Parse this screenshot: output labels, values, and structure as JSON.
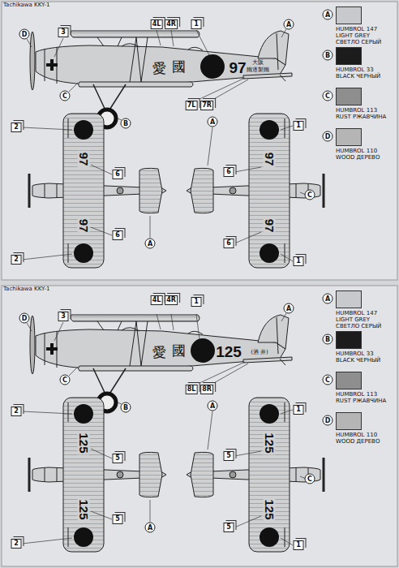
{
  "diagram": {
    "labels": [
      "Tachikawa KKY-1",
      "3",
      "4L",
      "4R",
      "1",
      "7L",
      "7R",
      "D",
      "A",
      "C",
      "B",
      "愛",
      "國",
      "97",
      "大阪",
      "鐵道製鐵",
      "2",
      "97",
      "6",
      "6",
      "97",
      "2",
      "A",
      "A",
      "1",
      "6",
      "97",
      "C",
      "6",
      "97",
      "1",
      "A",
      "B",
      "C",
      "D",
      "Tachikawa KKY-1",
      "3",
      "4L",
      "4R",
      "1",
      "8L",
      "8R",
      "D",
      "A",
      "C",
      "B",
      "愛",
      "國",
      "125",
      "(酒 井)",
      "2",
      "125",
      "5",
      "5",
      "125",
      "2",
      "A",
      "A",
      "1",
      "5",
      "125",
      "C",
      "5",
      "125",
      "1",
      "A",
      "B",
      "C",
      "D"
    ],
    "legend": [
      {
        "text": "HUMBROL 147 LIGHT GREY СВЕТЛО СЕРЫЙ",
        "color": "#c8c9cc"
      },
      {
        "text": "HUMBROL 33 BLACK ЧЕРНЫЙ",
        "color": "#1c1c1c"
      },
      {
        "text": "HUMBROL 113 RUST РЖАВЧИНА",
        "color": "#8e8e8e"
      },
      {
        "text": "HUMBROL 110 WOOD ДЕРЕВО",
        "color": "#b5b5b5"
      },
      {
        "text": "HUMBROL 147 LIGHT GREY СВЕТЛО СЕРЫЙ",
        "color": "#c8c9cc"
      },
      {
        "text": "HUMBROL 33 BLACK ЧЕРНЫЙ",
        "color": "#1c1c1c"
      },
      {
        "text": "HUMBROL 113 RUST РЖАВЧИНА",
        "color": "#8e8e8e"
      },
      {
        "text": "HUMBROL 110 WOOD ДЕРЕВО",
        "color": "#b5b5b5"
      }
    ]
  }
}
